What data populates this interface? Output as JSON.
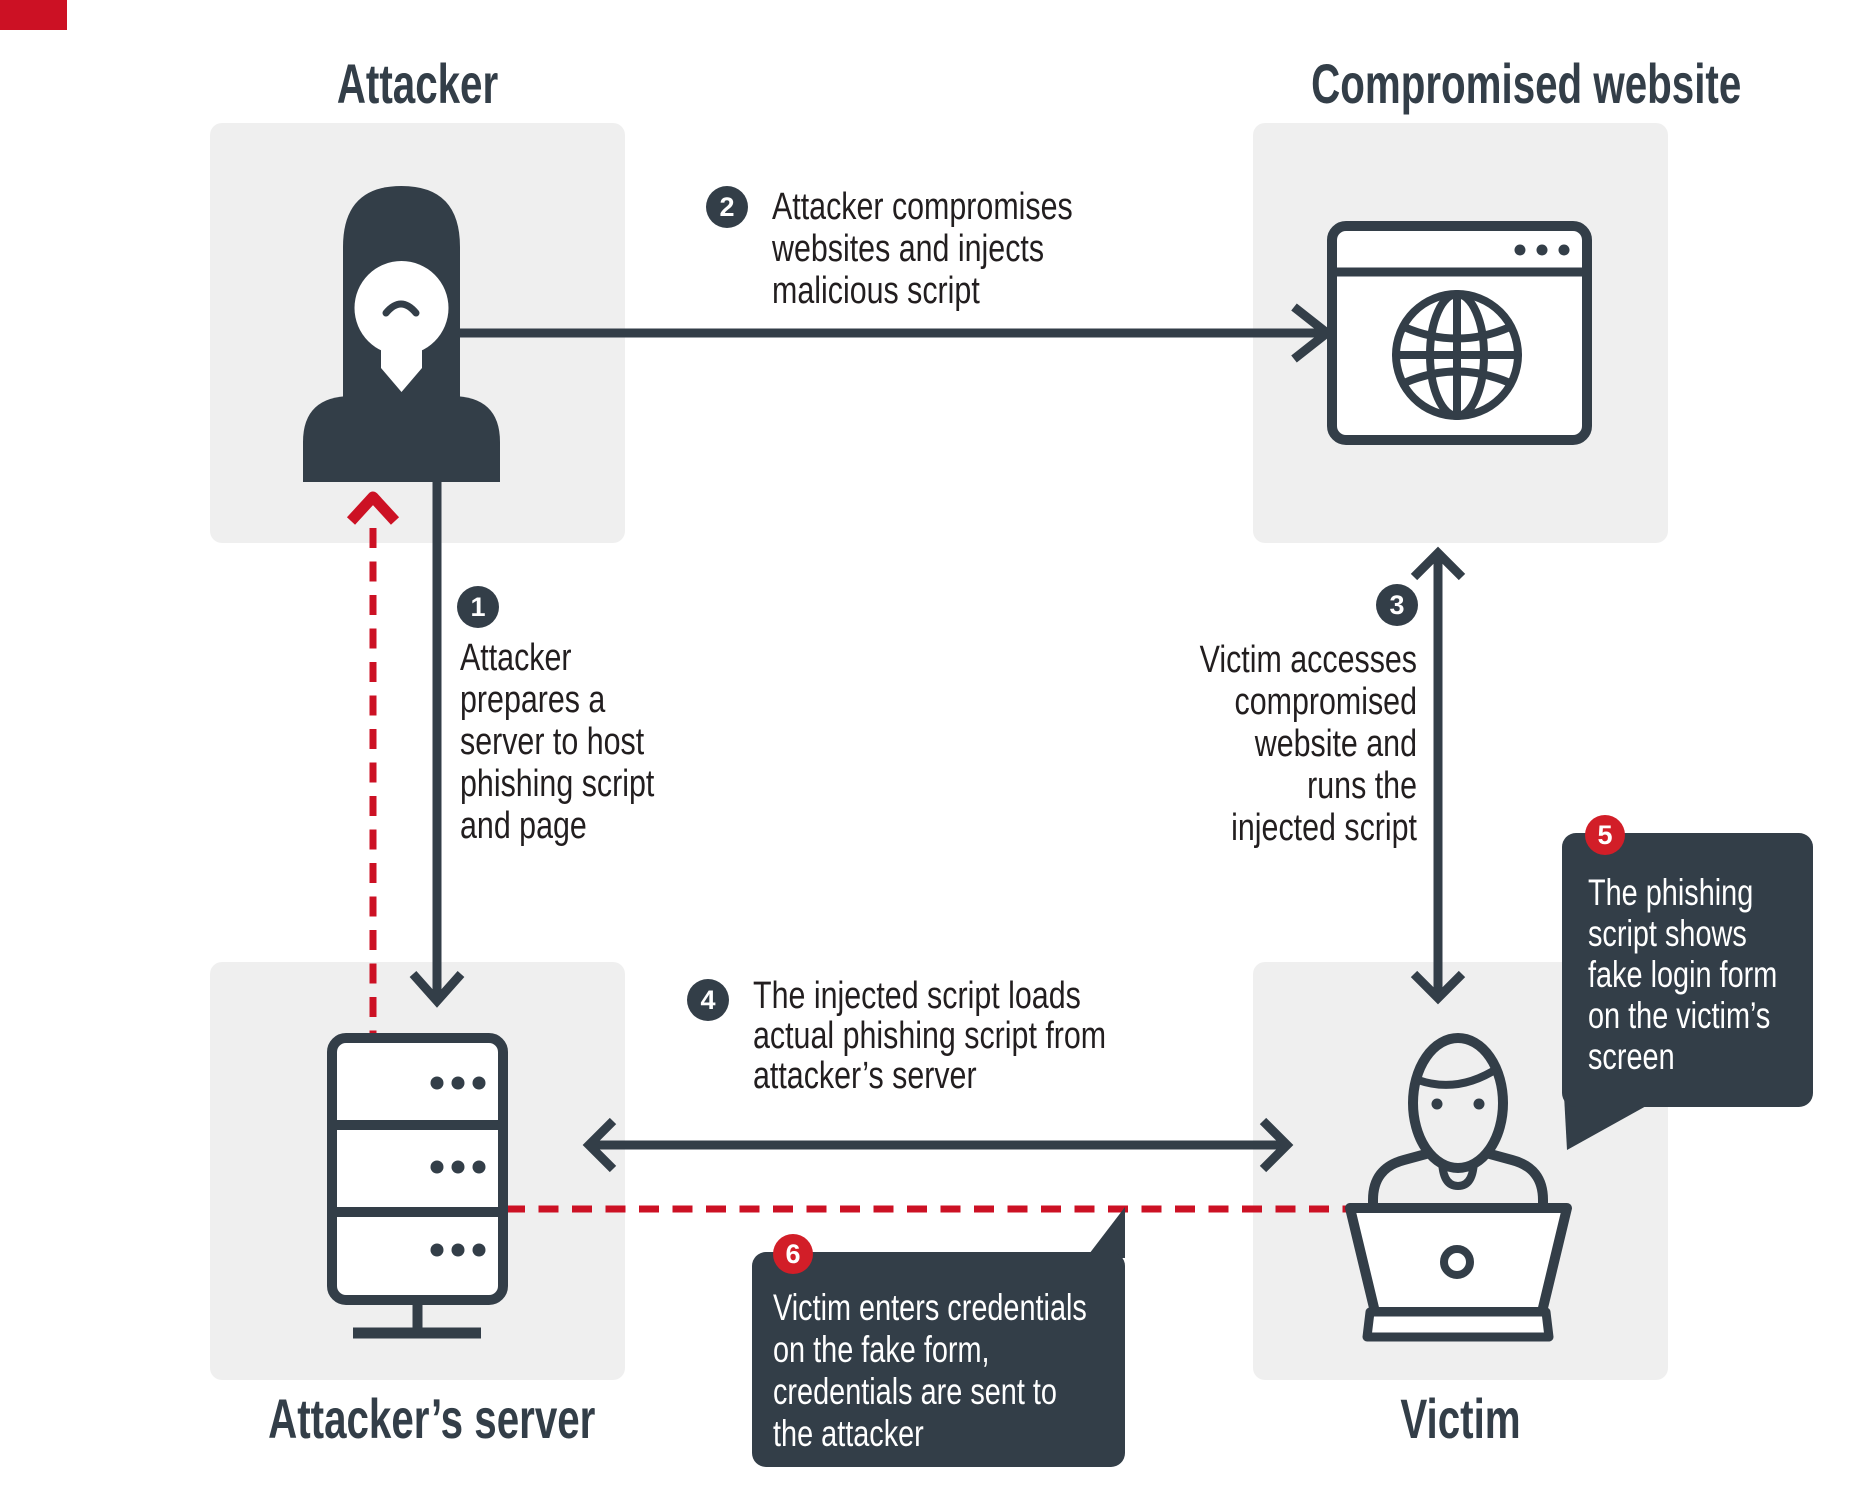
{
  "nodes": {
    "attacker": {
      "label": "Attacker",
      "icon": "hooded-person-silhouette-icon"
    },
    "website": {
      "label": "Compromised website",
      "icon": "browser-globe-icon"
    },
    "server": {
      "label": "Attacker’s server",
      "icon": "server-stack-icon"
    },
    "victim": {
      "label": "Victim",
      "icon": "person-at-laptop-icon"
    }
  },
  "steps": [
    {
      "number": "1",
      "text": "Attacker\nprepares a\nserver to host\nphishing script\nand page"
    },
    {
      "number": "2",
      "text": "Attacker compromises\nwebsites and injects\nmalicious script"
    },
    {
      "number": "3",
      "text": "Victim accesses\ncompromised\nwebsite and\nruns the\ninjected script"
    },
    {
      "number": "4",
      "text": "The injected script loads\nactual phishing script from\nattacker’s server"
    },
    {
      "number": "5",
      "text": "The phishing\nscript shows\nfake login form\non the victim’s\nscreen"
    },
    {
      "number": "6",
      "text": "Victim enters credentials\non the fake form,\ncredentials are sent to\nthe attacker"
    }
  ],
  "colors": {
    "charcoal": "#333e48",
    "box_bg": "#efefef",
    "red_dash": "#cc1124",
    "badge_red": "#d21e28",
    "step_text": "#221e1f",
    "white": "#ffffff"
  }
}
